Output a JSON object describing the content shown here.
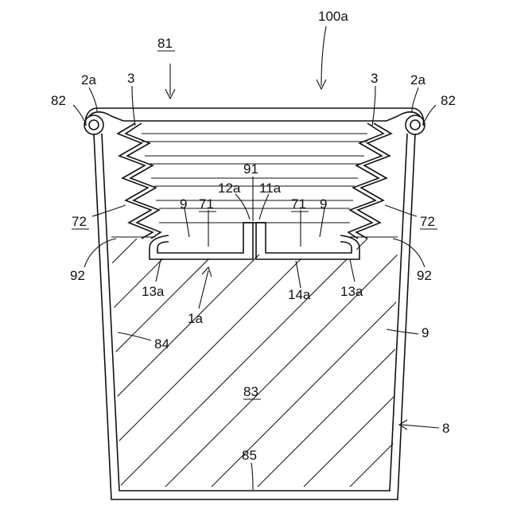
{
  "diagram": {
    "labels": {
      "assembly": "100a",
      "upper_space": "81",
      "rim_left": "2a",
      "rim_right": "2a",
      "bellows_left": "3",
      "bellows_right": "3",
      "curl_left": "82",
      "curl_right": "82",
      "gap_left": "72",
      "gap_right": "72",
      "center_channel": "91",
      "inner_wall_left": "12a",
      "inner_wall_right": "11a",
      "fold_left_9": "9",
      "fold_right_9": "9",
      "fold_left_71": "71",
      "fold_right_71": "71",
      "surface_left": "92",
      "surface_right": "92",
      "bottom_left": "13a",
      "bottom_right": "13a",
      "bottom_panel": "14a",
      "lid": "1a",
      "wall": "84",
      "content_label": "9",
      "contents": "83",
      "cup_bottom": "85",
      "cup": "8"
    }
  }
}
